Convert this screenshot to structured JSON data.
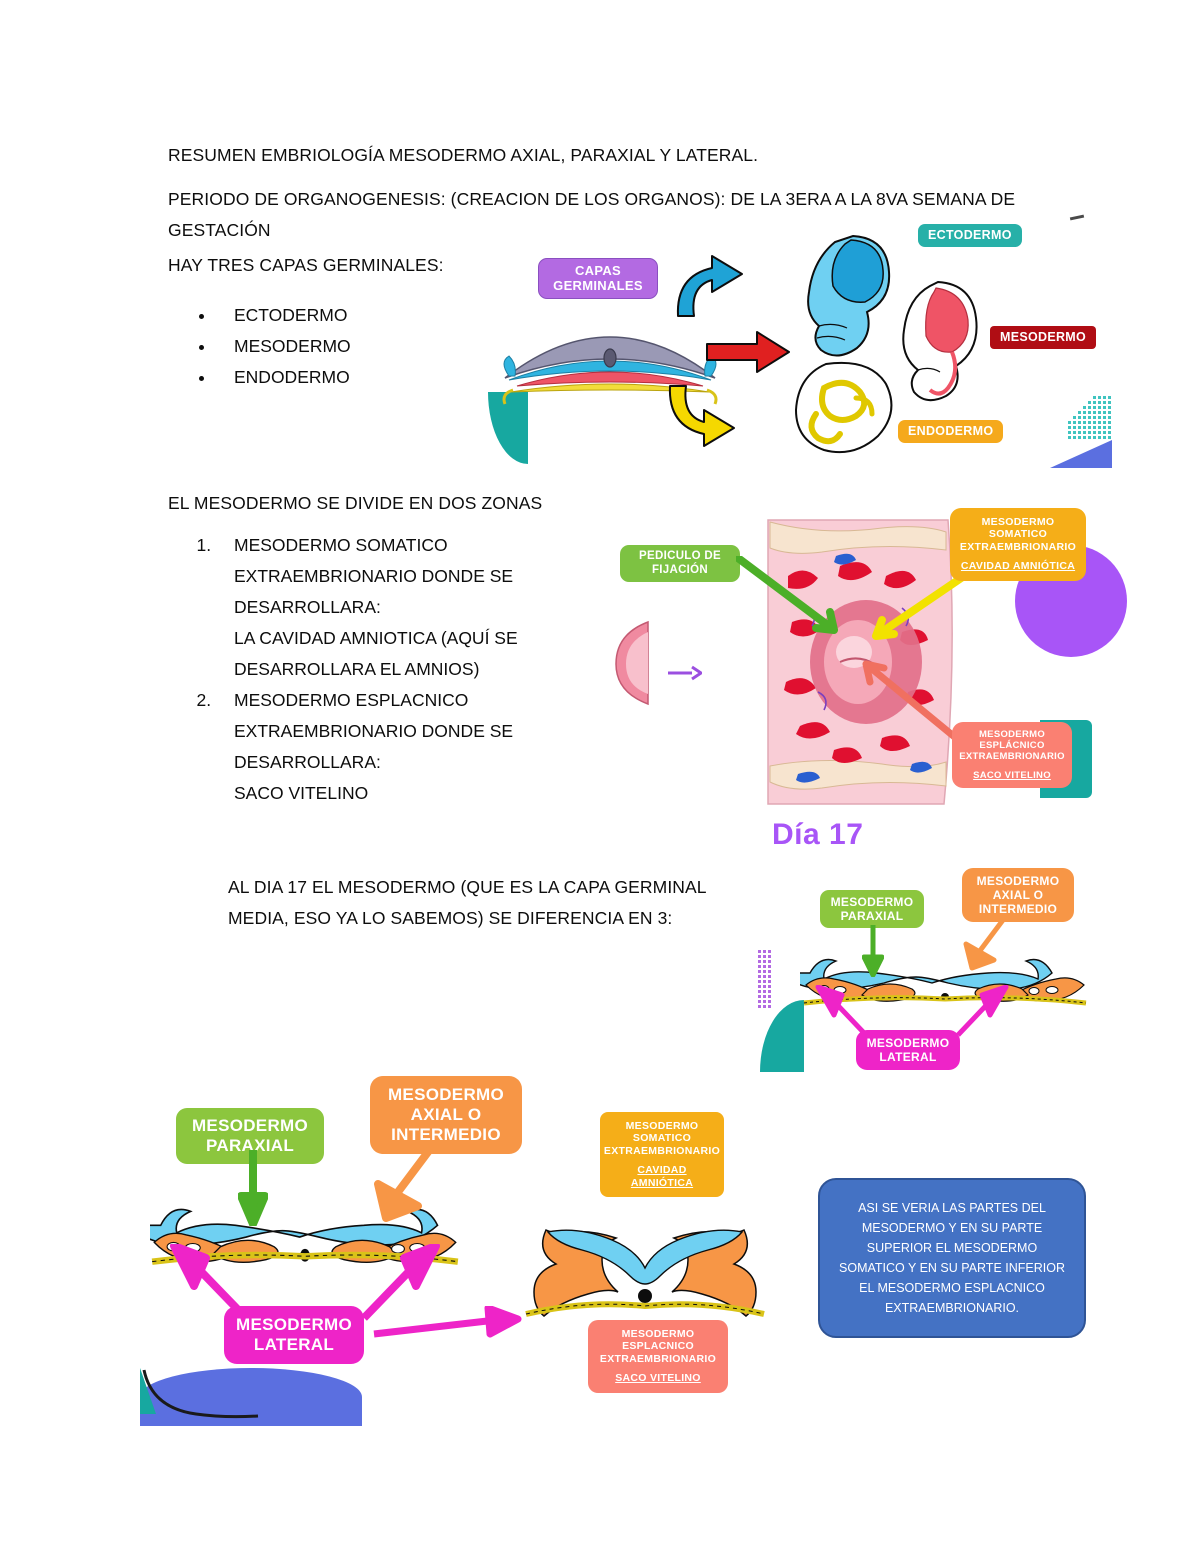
{
  "document": {
    "title": "RESUMEN EMBRIOLOGÍA  MESODERMO AXIAL, PARAXIAL Y LATERAL.",
    "paragraphs": {
      "organogenesis_line1": "PERIODO DE ORGANOGENESIS: (CREACION DE LOS ORGANOS): DE LA 3ERA A LA 8VA SEMANA DE",
      "organogenesis_line2": "GESTACIÓN",
      "tres_capas": "HAY TRES CAPAS GERMINALES:",
      "divide_dos_zonas": "EL MESODERMO SE DIVIDE EN DOS ZONAS",
      "dia17_line1": "AL DIA 17 EL MESODERMO (QUE ES LA CAPA GERMINAL",
      "dia17_line2": "MEDIA, ESO YA LO SABEMOS) SE DIFERENCIA EN 3:"
    },
    "capas_germinales_list": [
      "ECTODERMO",
      "MESODERMO",
      "ENDODERMO"
    ],
    "zonas_list": [
      {
        "main": "MESODERMO SOMATICO EXTRAEMBRIONARIO DONDE SE DESARROLLARA:",
        "detail": "LA CAVIDAD AMNIOTICA (AQUÍ SE DESARROLLARA EL AMNIOS)"
      },
      {
        "main": "MESODERMO ESPLACNICO EXTRAEMBRIONARIO DONDE SE DESARROLLARA:",
        "detail": "SACO VITELINO"
      }
    ]
  },
  "figure_capas": {
    "label_capas": "CAPAS",
    "label_germinales": "GERMINALES",
    "label_ectodermo": "ECTODERMO",
    "label_mesodermo": "MESODERMO",
    "label_endodermo": "ENDODERMO",
    "colors": {
      "capas_chip": "#b36ae2",
      "ectodermo_chip": "#27b0a8",
      "mesodermo_chip": "#b00d14",
      "endodermo_chip": "#f5a91c",
      "arrow_teal": "#1fa3d6",
      "arrow_red": "#e02020",
      "arrow_yellow": "#f5d800"
    }
  },
  "figure_implantacion": {
    "label_pediculo_line1": "PEDICULO DE",
    "label_pediculo_line2": "FIJACIÓN",
    "somatico": {
      "line1": "MESODERMO",
      "line2": "SOMATICO",
      "line3": "EXTRAEMBRIONARIO",
      "underlined": "CAVIDAD AMNIÓTICA"
    },
    "esplacnico": {
      "line1": "MESODERMO",
      "line2": "ESPLÁCNICO",
      "line3": "EXTRAEMBRIONARIO",
      "underlined": "SACO VITELINO"
    },
    "colors": {
      "pediculo_chip": "#7dc242",
      "somatico_chip": "#f5ae18",
      "esplacnico_chip": "#fa8072",
      "arrow_green": "#4caf28",
      "arrow_yellow": "#f2e200",
      "arrow_salmon": "#f07060"
    }
  },
  "figure_dia17_small": {
    "heading": "Día 17",
    "paraxial_line1": "MESODERMO",
    "paraxial_line2": "PARAXIAL",
    "axial_line1": "MESODERMO",
    "axial_line2": "AXIAL O",
    "axial_line3": "INTERMEDIO",
    "lateral_line1": "MESODERMO",
    "lateral_line2": "LATERAL",
    "colors": {
      "paraxial_chip": "#8cc63e",
      "axial_chip": "#f79646",
      "lateral_chip": "#ee24c8"
    }
  },
  "figure_dia17_large": {
    "paraxial_line1": "MESODERMO",
    "paraxial_line2": "PARAXIAL",
    "axial_line1": "MESODERMO",
    "axial_line2": "AXIAL O",
    "axial_line3": "INTERMEDIO",
    "lateral_line1": "MESODERMO",
    "lateral_line2": "LATERAL",
    "somatico": {
      "line1": "MESODERMO",
      "line2": "SOMATICO",
      "line3": "EXTRAEMBRIONARIO",
      "underlined": "CAVIDAD AMNIÓTICA"
    },
    "esplacnico": {
      "line1": "MESODERMO",
      "line2": "ESPLACNICO",
      "line3": "EXTRAEMBRIONARIO",
      "underlined": "SACO VITELINO"
    }
  },
  "callout": {
    "text": "ASI SE VERIA LAS PARTES DEL MESODERMO Y EN SU PARTE SUPERIOR EL MESODERMO SOMATICO Y EN SU PARTE INFERIOR EL MESODERMO ESPLACNICO EXTRAEMBRIONARIO.",
    "background": "#4472c4",
    "border": "#2f5496"
  }
}
